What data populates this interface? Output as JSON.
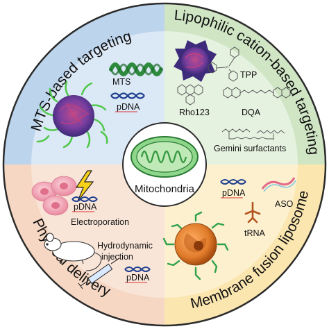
{
  "center": {
    "label": "Mitochondria"
  },
  "quadrants": {
    "top_left": {
      "title": "MTS-based targeting",
      "color": "#bcd4ec",
      "labels": {
        "mts": "MTS",
        "pdna": "pDNA"
      }
    },
    "top_right": {
      "title": "Lipophilic cation-based targeting",
      "color": "#cfe5c4",
      "labels": {
        "tpp": "TPP",
        "rho": "Rho123",
        "dqa": "DQA",
        "gemini": "Gemini surfactants"
      }
    },
    "bottom_left": {
      "title": "Physical delivery",
      "color": "#f6d7c3",
      "labels": {
        "pdna1": "pDNA",
        "electro": "Electroporation",
        "hydro1": "Hydrodynamic",
        "hydro2": "injection",
        "pdna2": "pDNA"
      }
    },
    "bottom_right": {
      "title": "Membrane fusion liposome",
      "color": "#fbe6b0",
      "labels": {
        "pdna": "pDNA",
        "aso": "ASO",
        "trna": "tRNA"
      }
    }
  },
  "colors": {
    "ring": "#2b2b2b",
    "dna_blue": "#1f3f8f",
    "helix_green": "#2e8b3e",
    "mito_green": "#6cc26a",
    "nano_purple": "#7a3fa0",
    "lipo_orange": "#e07b2a",
    "cell_pink": "#f2a9b6",
    "accent_red": "#d33"
  },
  "icons": [
    "dna-plasmid-icon",
    "helix-icon",
    "nanoparticle-icon",
    "tpp-structure-icon",
    "cell-icon",
    "lightning-icon",
    "mouse-icon",
    "syringe-icon",
    "liposome-icon",
    "trna-icon",
    "mitochondrion-icon"
  ]
}
